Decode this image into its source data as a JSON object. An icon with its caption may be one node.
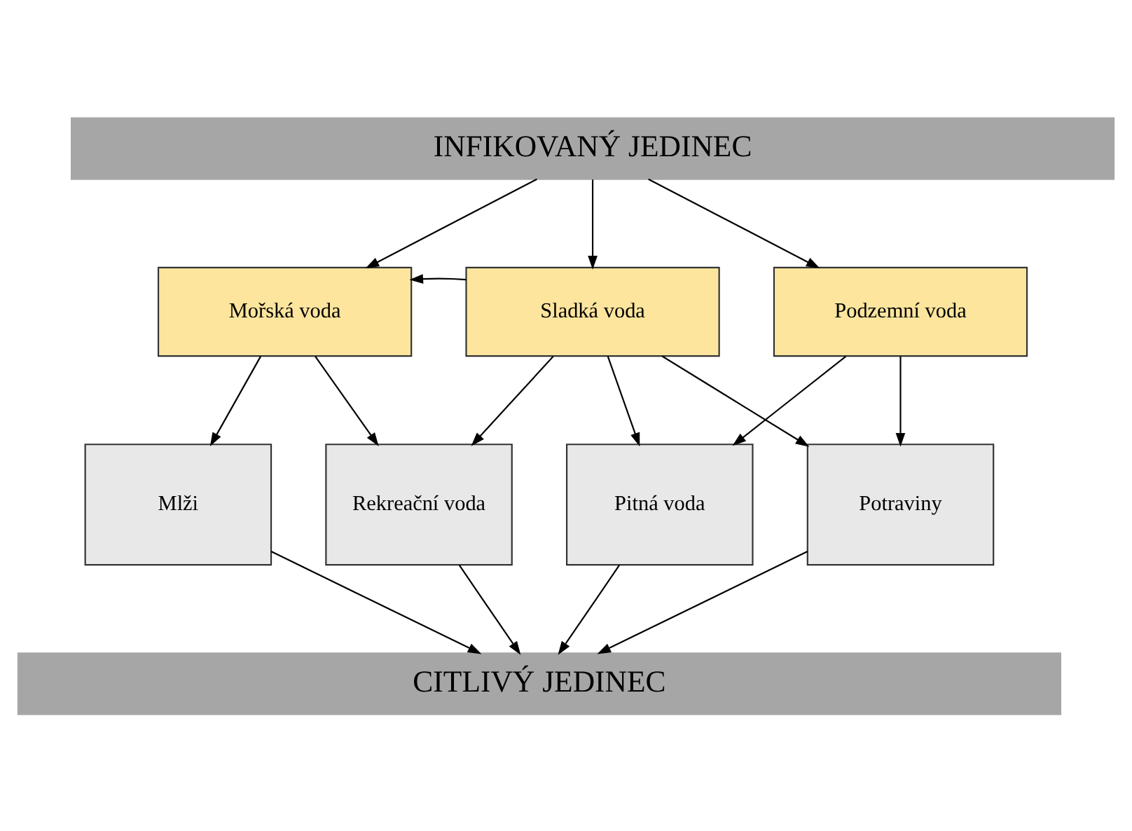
{
  "diagram": {
    "nodes": [
      {
        "text": [
          "INFIKOVANÝ JEDINEC"
        ]
      },
      {
        "text": [
          "Mořská voda"
        ]
      },
      {
        "text": [
          "Sladká voda"
        ]
      },
      {
        "text": [
          "Podzemní voda"
        ]
      },
      {
        "text": [
          "Mlži"
        ]
      },
      {
        "text": [
          "Rekreační voda"
        ]
      },
      {
        "text": [
          "Pitná voda"
        ]
      },
      {
        "text": [
          "Potraviny"
        ]
      },
      {
        "text": [
          "CITLIVÝ JEDINEC"
        ]
      }
    ],
    "edges": [
      {
        "from": 0,
        "to": 1,
        "arrow": "to"
      },
      {
        "from": 0,
        "to": 2,
        "arrow": "to"
      },
      {
        "from": 0,
        "to": 3,
        "arrow": "to"
      },
      {
        "from": 2,
        "to": 1,
        "arrow": "to"
      },
      {
        "from": 1,
        "to": 4,
        "arrow": "to"
      },
      {
        "from": 1,
        "to": 5,
        "arrow": "to"
      },
      {
        "from": 2,
        "to": 5,
        "arrow": "to"
      },
      {
        "from": 2,
        "to": 6,
        "arrow": "to"
      },
      {
        "from": 2,
        "to": 7,
        "arrow": "to"
      },
      {
        "from": 3,
        "to": 6,
        "arrow": "to"
      },
      {
        "from": 3,
        "to": 7,
        "arrow": "to"
      },
      {
        "from": 4,
        "to": 8,
        "arrow": "to"
      },
      {
        "from": 5,
        "to": 8,
        "arrow": "to"
      },
      {
        "from": 6,
        "to": 8,
        "arrow": "to"
      },
      {
        "from": 7,
        "to": 8,
        "arrow": "to"
      }
    ]
  }
}
